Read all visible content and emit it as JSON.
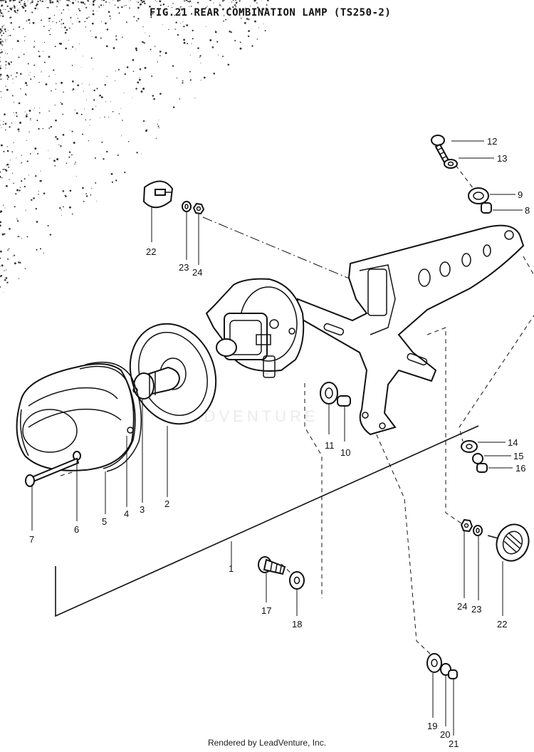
{
  "title": "FIG.21  REAR COMBINATION LAMP (TS250-2)",
  "footer": "Rendered by LeadVenture, Inc.",
  "watermark": "LEADVENTURE",
  "colors": {
    "ink": "#111111",
    "paper": "#ffffff"
  },
  "callouts": [
    {
      "id": "c12",
      "label": "12"
    },
    {
      "id": "c13",
      "label": "13"
    },
    {
      "id": "c9",
      "label": "9"
    },
    {
      "id": "c8",
      "label": "8"
    },
    {
      "id": "c22a",
      "label": "22"
    },
    {
      "id": "c23a",
      "label": "23"
    },
    {
      "id": "c24a",
      "label": "24"
    },
    {
      "id": "c11",
      "label": "11"
    },
    {
      "id": "c10",
      "label": "10"
    },
    {
      "id": "c14",
      "label": "14"
    },
    {
      "id": "c15",
      "label": "15"
    },
    {
      "id": "c16",
      "label": "16"
    },
    {
      "id": "c7",
      "label": "7"
    },
    {
      "id": "c6",
      "label": "6"
    },
    {
      "id": "c5",
      "label": "5"
    },
    {
      "id": "c4",
      "label": "4"
    },
    {
      "id": "c3",
      "label": "3"
    },
    {
      "id": "c2",
      "label": "2"
    },
    {
      "id": "c1",
      "label": "1"
    },
    {
      "id": "c17",
      "label": "17"
    },
    {
      "id": "c18",
      "label": "18"
    },
    {
      "id": "c24b",
      "label": "24"
    },
    {
      "id": "c23b",
      "label": "23"
    },
    {
      "id": "c22b",
      "label": "22"
    },
    {
      "id": "c19",
      "label": "19"
    },
    {
      "id": "c20",
      "label": "20"
    },
    {
      "id": "c21",
      "label": "21"
    }
  ]
}
